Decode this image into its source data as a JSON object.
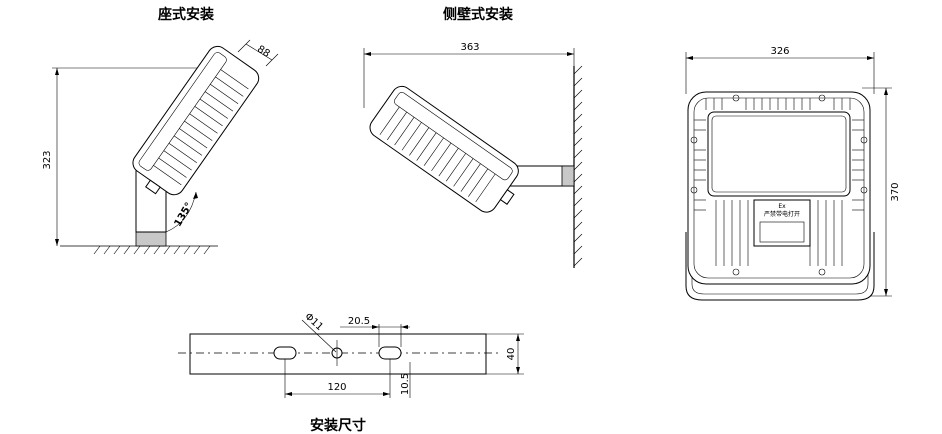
{
  "titles": {
    "seat_mount": "座式安装",
    "side_wall_mount": "侧壁式安装",
    "mounting_dimensions": "安装尺寸"
  },
  "dimensions": {
    "seat_height": "323",
    "seat_depth": "88",
    "seat_angle": "135°",
    "wall_length": "363",
    "front_width": "326",
    "front_height": "370",
    "bracket_slot_spacing": "20.5",
    "bracket_hole_diameter": "Φ11",
    "bracket_hole_spacing": "120",
    "bracket_width": "40",
    "bracket_edge_offset": "10.5"
  },
  "front_panel": {
    "ex_mark": "Ex",
    "warning_text": "严禁带电打开"
  }
}
